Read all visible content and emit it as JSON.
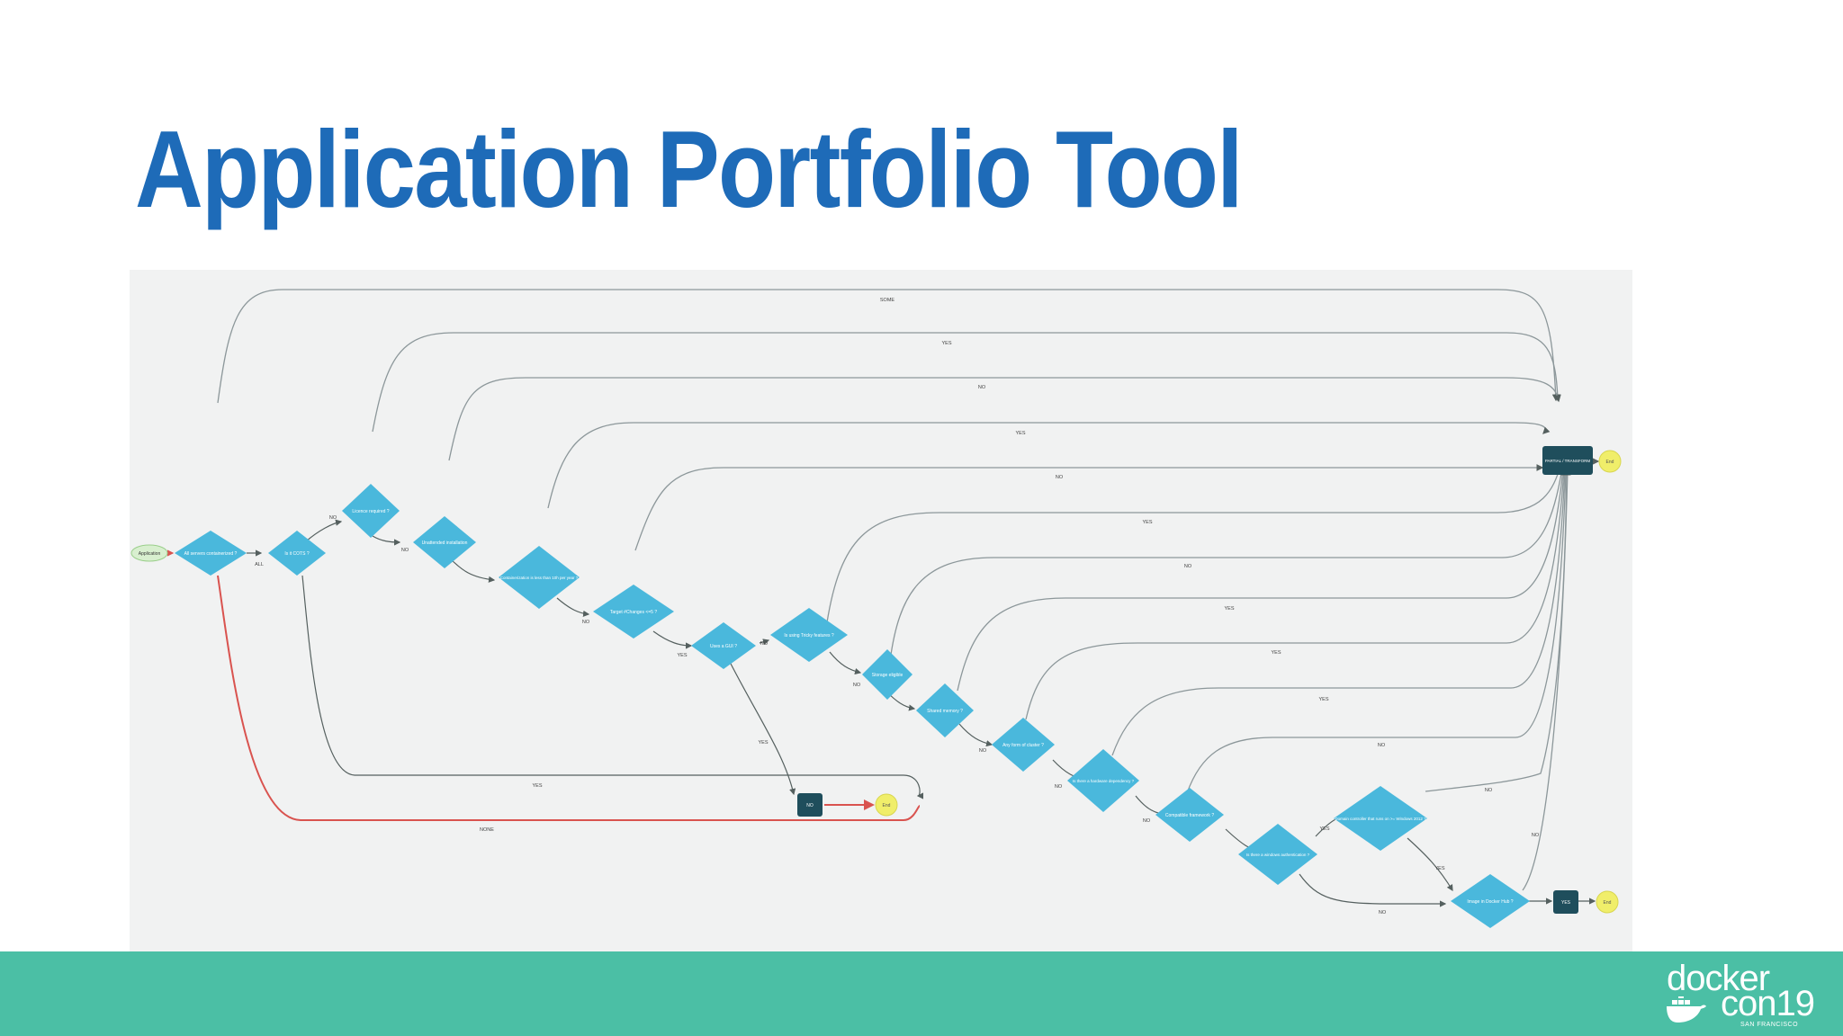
{
  "title": "Application Portfolio Tool",
  "diagram": {
    "start_label": "Application",
    "nodes": {
      "d1": "All servers containerized ?",
      "d2": "Is it COTS ?",
      "d3": "Licence required ?",
      "d4": "Unattended installation",
      "d5": "Containerization is less than 10h per year ?",
      "d6": "Target #Changes <=5 ?",
      "d7": "Uses a GUI ?",
      "d8": "Is using Tricky features ?",
      "d9": "Storage eligible",
      "d10": "Shared memory ?",
      "d11": "Any form of cluster ?",
      "d12": "Is there a hardware dependency ?",
      "d13": "Compatible framework ?",
      "d14": "Is there a windows authentication ?",
      "d15": "Domain controller that runs on >= Windows 2012 ?",
      "d16": "Image in Docker Hub ?",
      "partial": "PARTIAL / TRANSFORM",
      "no": "NO",
      "yes": "YES"
    },
    "end_label": "End",
    "edges": {
      "top_some": "SOME",
      "top_yes_1": "YES",
      "top_no_1": "NO",
      "top_yes_2": "YES",
      "top_no_2": "NO",
      "top_yes_3": "YES",
      "top_no_3": "NO",
      "top_yes_4": "YES",
      "top_yes_5": "YES",
      "top_yes_6": "YES",
      "top_no_4": "NO",
      "right_no_5": "NO",
      "right_no_6": "NO",
      "all": "ALL",
      "e_no_a": "NO",
      "e_no_b": "NO",
      "e_no_c": "NO",
      "e_yes_a": "YES",
      "e_no_d": "NO",
      "e_no_e": "NO",
      "e_no_f": "NO",
      "e_no_g": "NO",
      "e_no_h": "NO",
      "e_no_i": "NO",
      "e_yes_b": "YES",
      "e_yes_c": "YES",
      "gui_yes": "YES",
      "cots_yes": "YES",
      "none": "NONE",
      "auth_no": "NO"
    }
  },
  "logo": {
    "line1": "docker",
    "line2": "con19",
    "city": "SAN FRANCISCO"
  },
  "colors": {
    "title": "#1e6bb8",
    "decision": "#4ab8dc",
    "terminal": "#1f4e5c",
    "end": "#f0ee6a",
    "start": "#d8efcf",
    "edge": "#8c979a",
    "none_edge": "#d9534f",
    "footer": "#4bbfa5"
  }
}
